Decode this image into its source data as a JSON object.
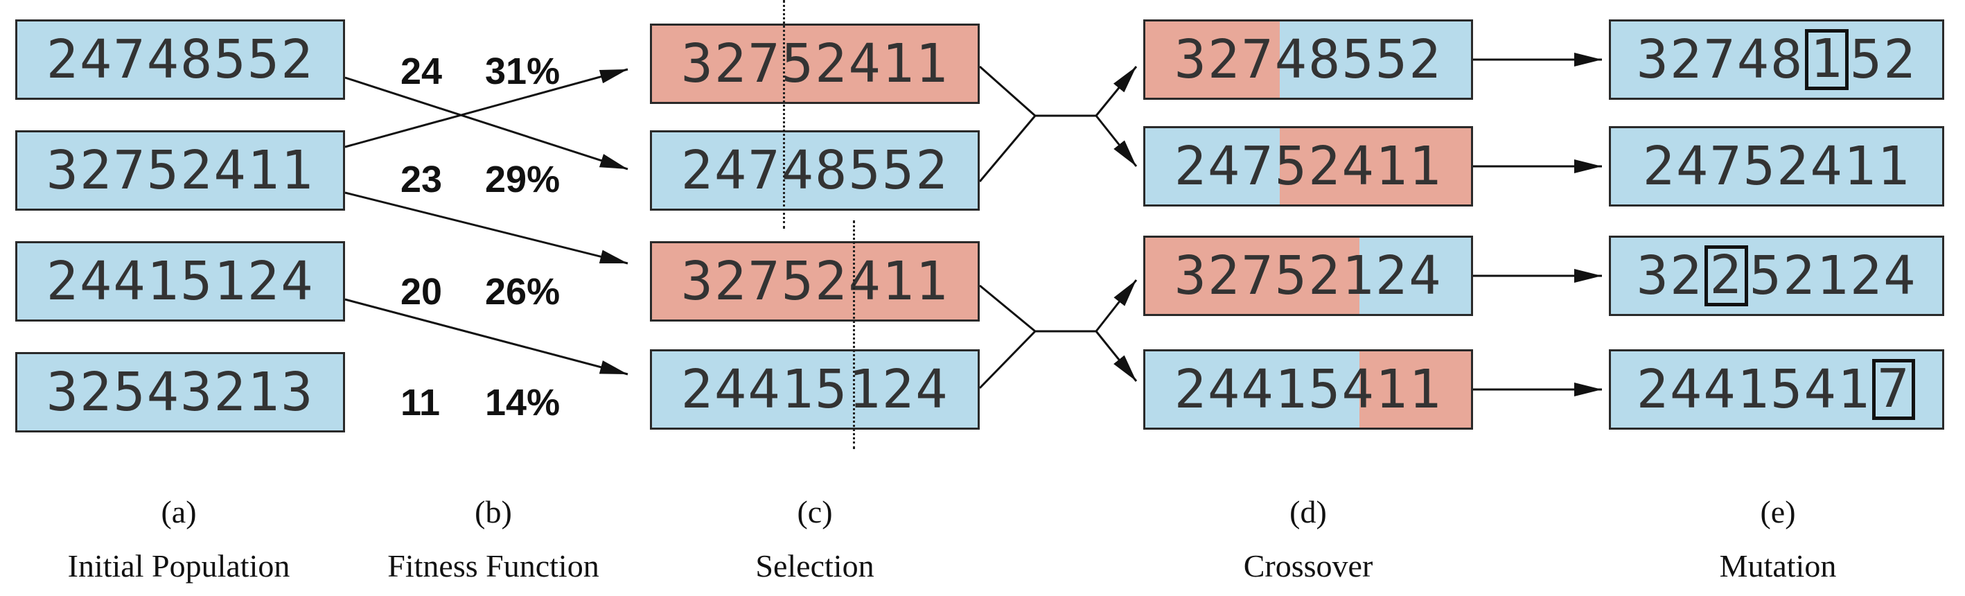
{
  "colors": {
    "blue": "#b7dbeb",
    "red": "#e8a899",
    "border": "#2a2a2a"
  },
  "initial_population": [
    "24748552",
    "32752411",
    "24415124",
    "32543213"
  ],
  "fitness": [
    {
      "score": "24",
      "percent": "31%"
    },
    {
      "score": "23",
      "percent": "29%"
    },
    {
      "score": "20",
      "percent": "26%"
    },
    {
      "score": "11",
      "percent": "14%"
    }
  ],
  "selection": [
    {
      "value": "32752411",
      "color": "red",
      "cut": 3
    },
    {
      "value": "24748552",
      "color": "blue",
      "cut": 3
    },
    {
      "value": "32752411",
      "color": "red",
      "cut": 5
    },
    {
      "value": "24415124",
      "color": "blue",
      "cut": 5
    }
  ],
  "crossover": [
    {
      "value": "32748552",
      "split": 3,
      "left": "red",
      "right": "blue"
    },
    {
      "value": "24752411",
      "split": 3,
      "left": "blue",
      "right": "red"
    },
    {
      "value": "32752124",
      "split": 5,
      "left": "red",
      "right": "blue"
    },
    {
      "value": "24415411",
      "split": 5,
      "left": "blue",
      "right": "red"
    }
  ],
  "mutation": [
    {
      "value": "32748152",
      "mutated_index": 5
    },
    {
      "value": "24752411",
      "mutated_index": null
    },
    {
      "value": "32252124",
      "mutated_index": 2
    },
    {
      "value": "24415417",
      "mutated_index": 7
    }
  ],
  "panels": [
    {
      "id": "(a)",
      "caption": "Initial Population"
    },
    {
      "id": "(b)",
      "caption": "Fitness Function"
    },
    {
      "id": "(c)",
      "caption": "Selection"
    },
    {
      "id": "(d)",
      "caption": "Crossover"
    },
    {
      "id": "(e)",
      "caption": "Mutation"
    }
  ]
}
